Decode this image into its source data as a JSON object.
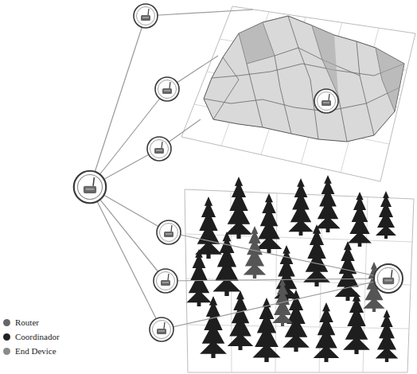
{
  "diagram": {
    "legend": [
      {
        "text": "Router",
        "color": "#666666"
      },
      {
        "text": "Coordinador",
        "color": "#222222"
      },
      {
        "text": "End Device",
        "color": "#8a8a8a"
      }
    ]
  }
}
